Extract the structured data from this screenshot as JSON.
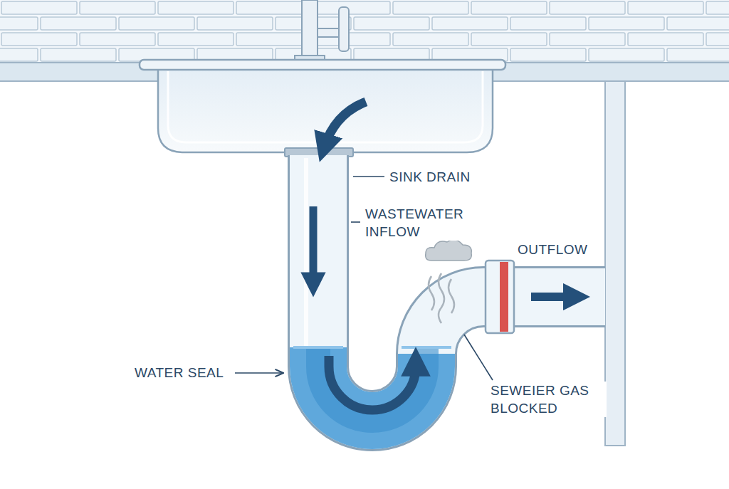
{
  "diagram": {
    "labels": [
      "SINK DRAIN",
      "WASTEWATER INFLOW",
      "OUTFLOW",
      "WATER SEAL",
      "SEWEIER GAS BLOCKED"
    ]
  }
}
